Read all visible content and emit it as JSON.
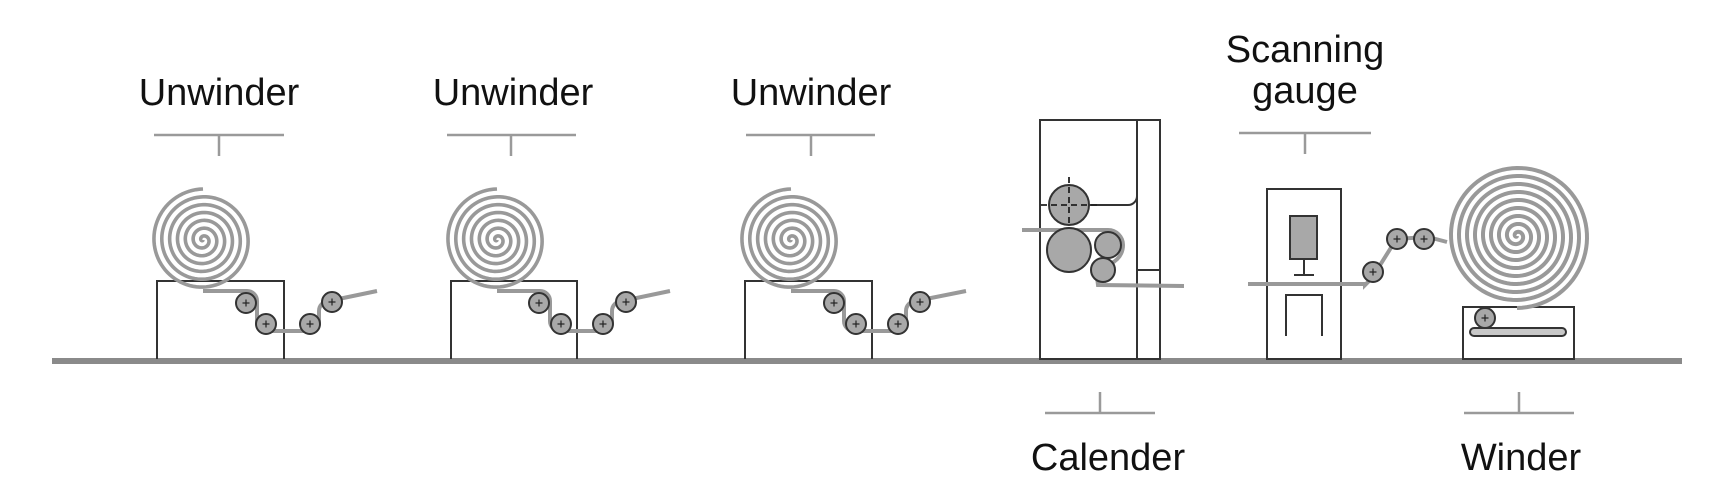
{
  "labels": {
    "unwinder_1": "Unwinder",
    "unwinder_2": "Unwinder",
    "unwinder_3": "Unwinder",
    "calender": "Calender",
    "scanning_gauge_line1": "Scanning",
    "scanning_gauge_line2": "gauge",
    "winder": "Winder"
  },
  "colors": {
    "line": "#333333",
    "film": "#999999",
    "roller_fill": "#a8a8a8",
    "floor": "#8a8a8a",
    "leader": "#9a9a9a"
  }
}
